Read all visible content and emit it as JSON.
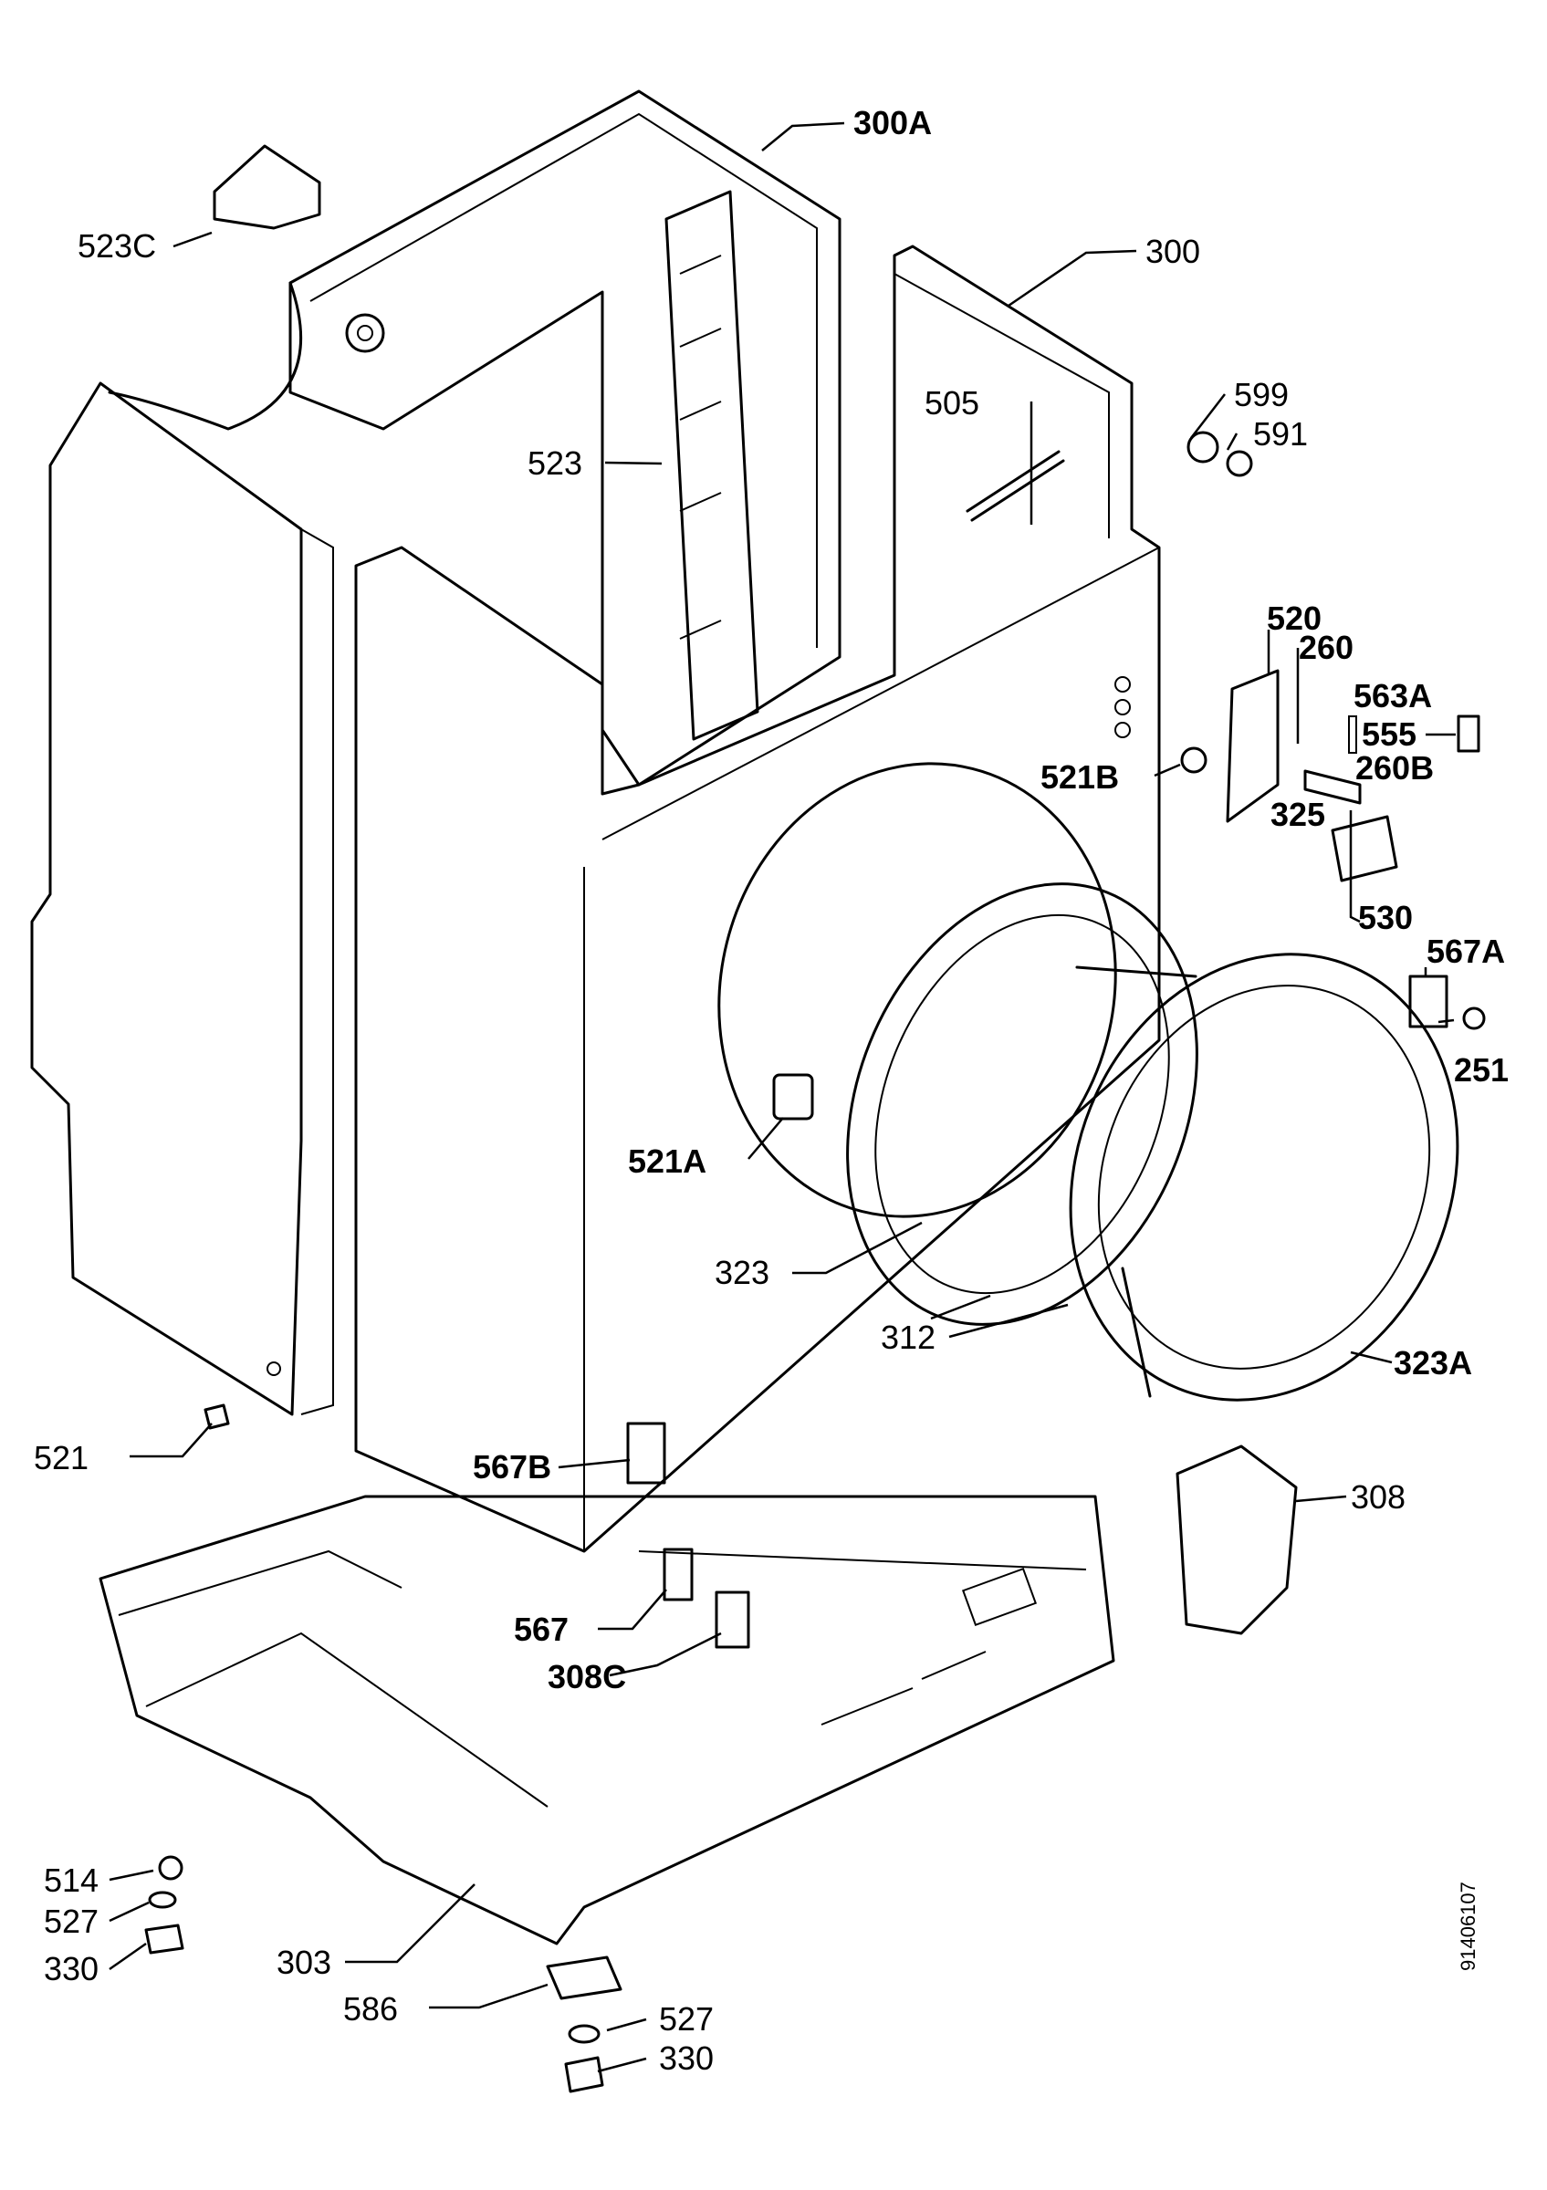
{
  "labels": {
    "l300A": "300A",
    "l523C": "523C",
    "l300": "300",
    "l599": "599",
    "l505": "505",
    "l591": "591",
    "l523": "523",
    "l520": "520",
    "l260": "260",
    "l563A": "563A",
    "l555": "555",
    "l260B": "260B",
    "l521B": "521B",
    "l325": "325",
    "l530": "530",
    "l567A": "567A",
    "l251": "251",
    "l521A": "521A",
    "l323": "323",
    "l312": "312",
    "l323A": "323A",
    "l521": "521",
    "l567B": "567B",
    "l308": "308",
    "l567": "567",
    "l308C": "308C",
    "l514": "514",
    "l527a": "527",
    "l330a": "330",
    "l303": "303",
    "l586": "586",
    "l527b": "527",
    "l330b": "330"
  },
  "doc_number": "91406107"
}
